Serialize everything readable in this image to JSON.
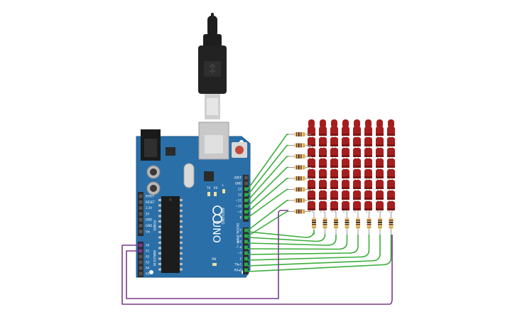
{
  "board": {
    "name": "UNO",
    "brand": "ARDUINO",
    "digital_label": "DIGITAL (PWM ~)",
    "power_label": "POWER",
    "analog_label": "ANALOG IN",
    "on_label": "ON",
    "tx_label": "TX",
    "rx_label": "RX",
    "l_label": "L",
    "top_header_pins": [
      "AREF",
      "GND",
      "13",
      "12",
      "~11",
      "~10",
      "~9",
      "8"
    ],
    "bottom_header_pins": [
      "7",
      "~6",
      "~5",
      "4",
      "~3",
      "2",
      "TX▸1",
      "RX◂0"
    ],
    "power_pins": [
      "IOREF",
      "RESET",
      "3.3V",
      "5V",
      "GND",
      "GND",
      "Vin"
    ],
    "analog_pins": [
      "A0",
      "A1",
      "A2",
      "A3",
      "A4",
      "A5"
    ]
  },
  "colors": {
    "board": "#2a6fa8",
    "board_edge": "#1f5a8c",
    "header": "#2b2b2b",
    "header_green": "#2fa84f",
    "led": "#a51e1e",
    "led_dark": "#7e1414",
    "wire_green": "#3cae3c",
    "wire_purple": "#7a3a8c",
    "resistor_body": "#e8c48a",
    "usb_plug": "#1e1e1e",
    "usb_metal": "#cfcfcf"
  },
  "matrix": {
    "rows": 8,
    "cols": 8
  }
}
